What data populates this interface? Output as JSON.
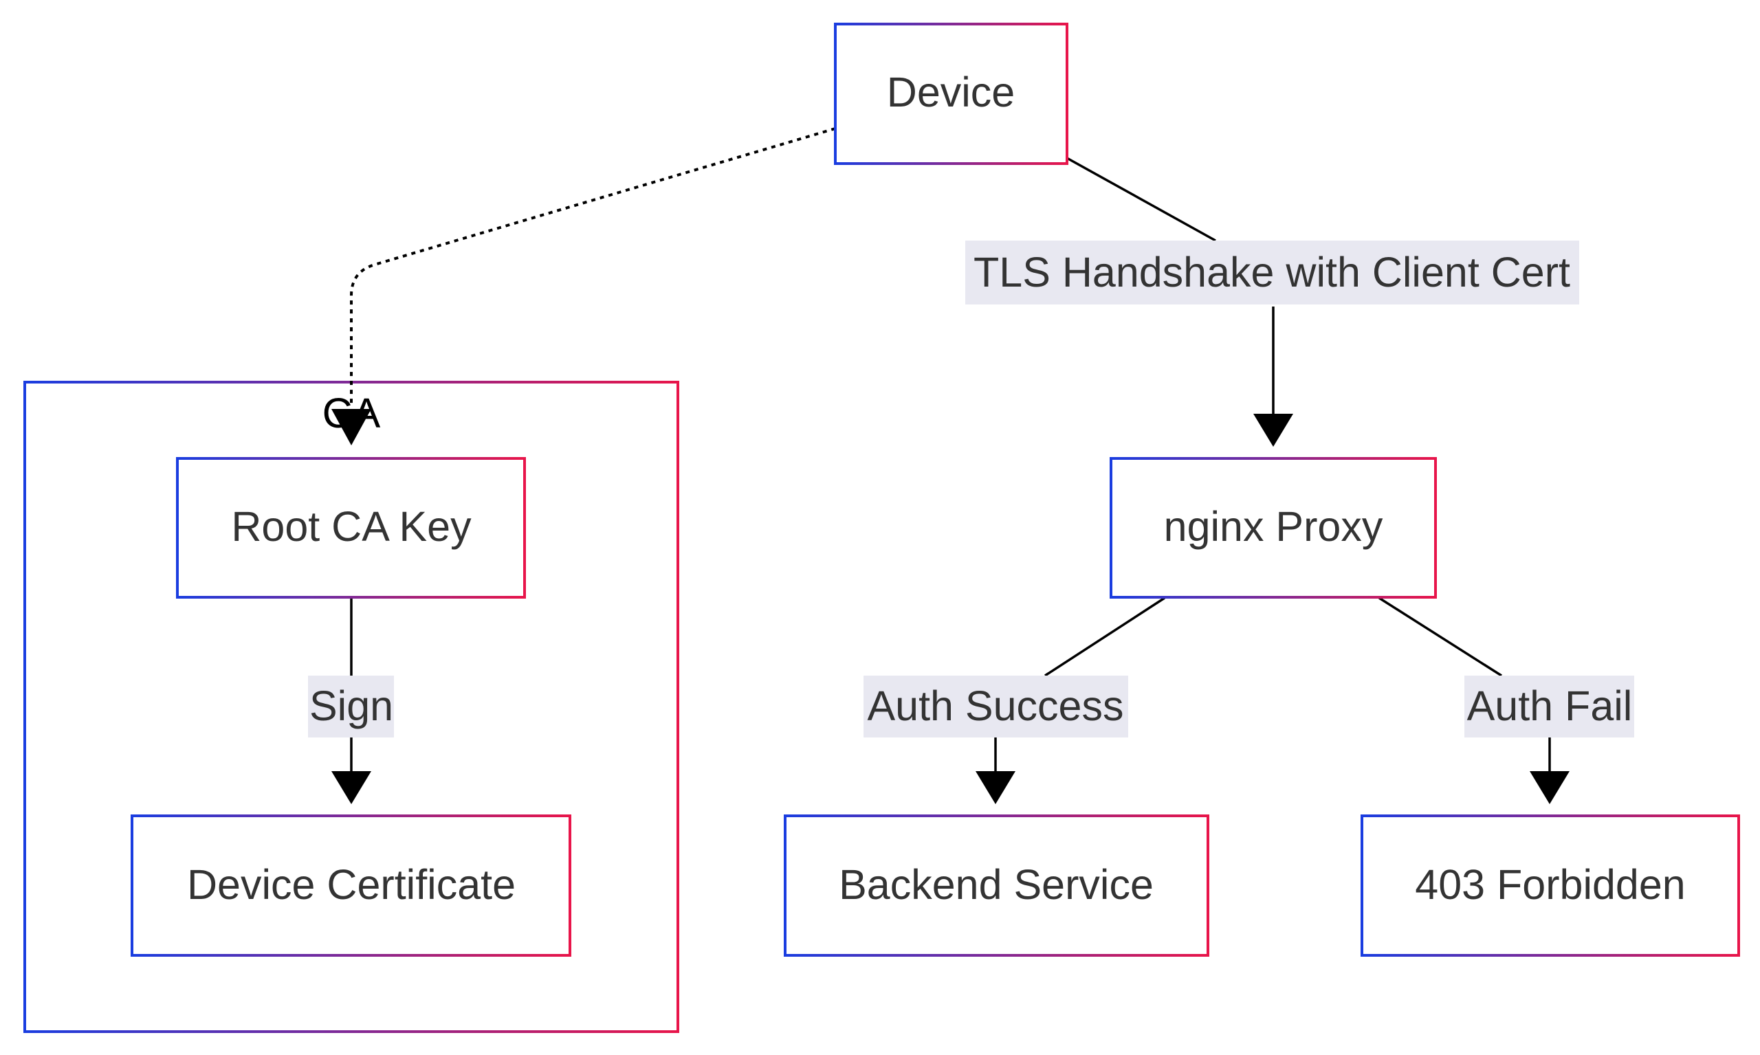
{
  "diagram": {
    "cluster": {
      "title": "CA"
    },
    "nodes": {
      "device": "Device",
      "root_ca_key": "Root CA Key",
      "device_certificate": "Device Certificate",
      "nginx_proxy": "nginx Proxy",
      "backend_service": "Backend Service",
      "forbidden": "403 Forbidden"
    },
    "edges": {
      "sign": "Sign",
      "tls_handshake": "TLS Handshake with Client Cert",
      "auth_success": "Auth Success",
      "auth_fail": "Auth Fail"
    },
    "colors": {
      "border_gradient_start": "#1a3de0",
      "border_gradient_end": "#e8154a",
      "edge_label_background": "#e8e8f1",
      "text": "#333333",
      "edge": "#000000"
    }
  }
}
